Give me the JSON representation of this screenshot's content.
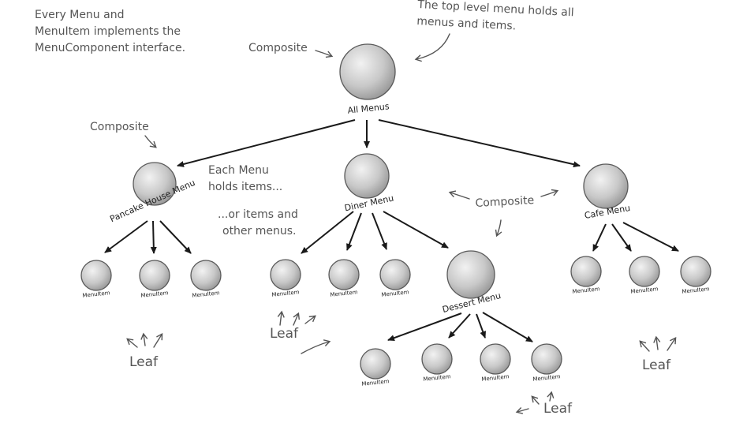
{
  "annotations": {
    "intro": [
      "Every Menu and",
      "MenuItem implements the",
      "MenuComponent interface."
    ],
    "top_level": [
      "The top level menu holds all",
      "menus and items."
    ],
    "composite_top": "Composite",
    "composite_left": "Composite",
    "composite_middle": "Composite",
    "each_menu": [
      "Each Menu",
      "holds items..."
    ],
    "or_items": [
      "...or items and",
      "other menus."
    ],
    "leaf": "Leaf"
  },
  "nodes": {
    "all_menus": "All Menus",
    "pancake_house_menu": "Pancake House Menu",
    "diner_menu": "Diner Menu",
    "cafe_menu": "Cafe Menu",
    "dessert_menu": "Dessert Menu",
    "menu_item": "MenuItem"
  },
  "colors": {
    "node_fill": "#c4c4c4",
    "node_stroke": "#5a5a5a",
    "arrow": "#1a1a1a",
    "annotation": "#555555"
  }
}
